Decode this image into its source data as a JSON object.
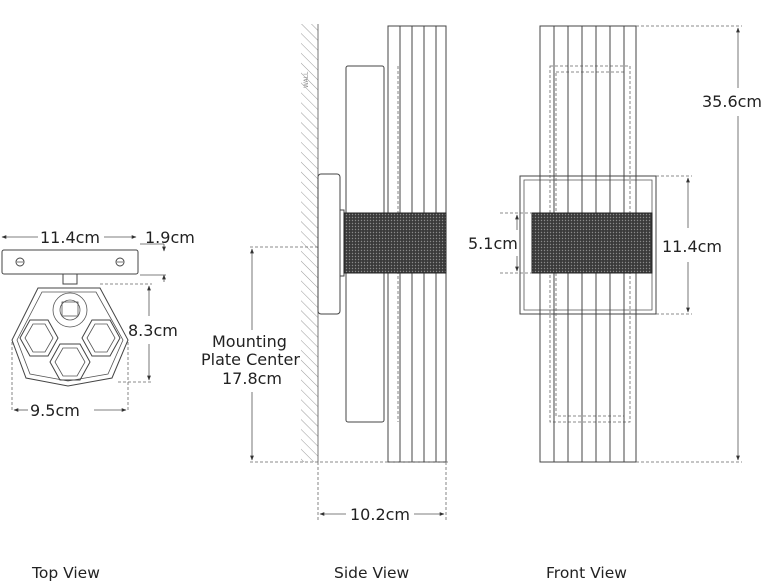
{
  "views": {
    "top": "Top View",
    "side": "Side View",
    "front": "Front View"
  },
  "dimensions": {
    "top_width": "11.4cm",
    "top_plate_depth": "1.9cm",
    "top_depth": "8.3cm",
    "top_bottom_width": "9.5cm",
    "mounting_line1": "Mounting",
    "mounting_line2": "Plate Center",
    "mounting_value": "17.8cm",
    "side_depth": "10.2cm",
    "overall_height": "35.6cm",
    "band_height": "5.1cm",
    "plate_height": "11.4cm"
  },
  "wall_label": "WALL",
  "colors": {
    "line": "#444444",
    "mesh": "#2a2a2a",
    "hatch": "#999999"
  }
}
